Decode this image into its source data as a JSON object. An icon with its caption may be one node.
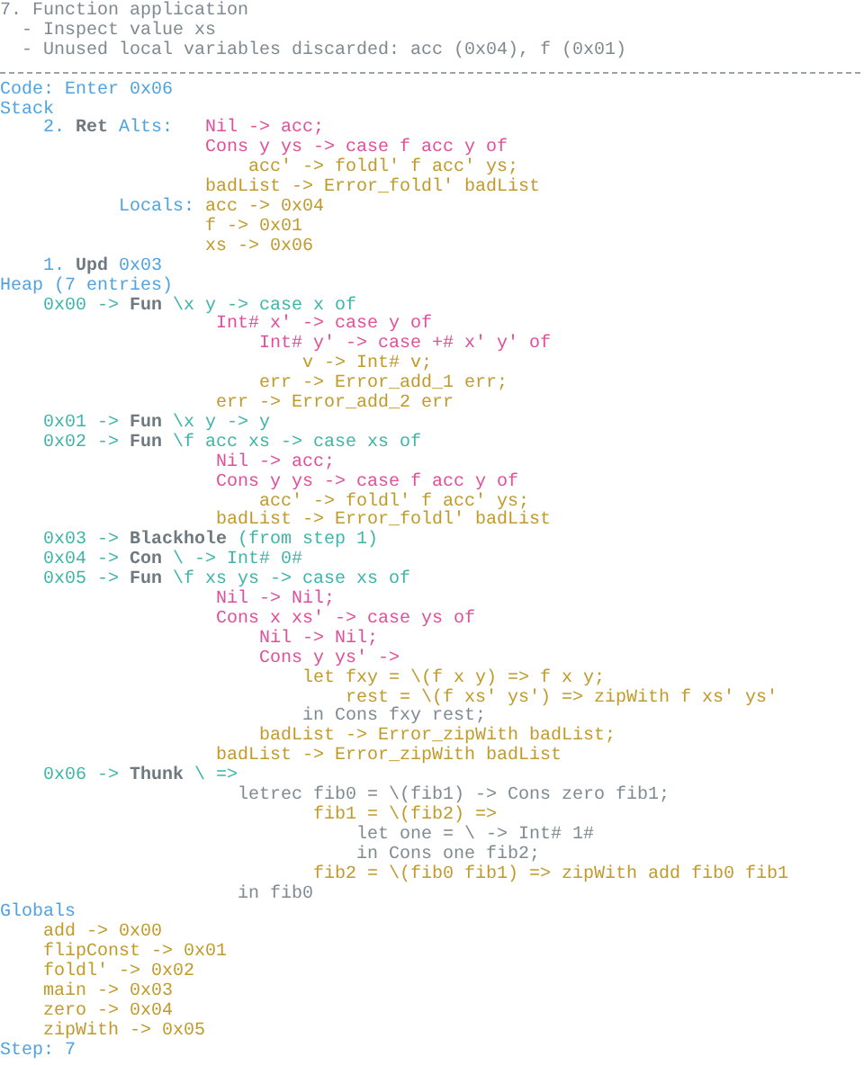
{
  "diagram": {
    "title": "7. Function application",
    "labels": [
      "- Inspect value xs",
      "- Unused local variables discarded: acc (0x04), f (0x01)",
      "Code: Enter 0x06",
      "Stack",
      "2. **Ret** Alts:",
      "Nil -> acc;",
      "Cons y ys -> case f acc y of",
      "acc' -> foldl' f acc' ys;",
      "badList -> Error_foldl' badList",
      "Locals:",
      "acc -> 0x04",
      "f -> 0x01",
      "xs -> 0x06",
      "1. **Upd** 0x03",
      "Heap (7 entries)",
      "0x00 -> **Fun** \\x y -> case x of",
      "Int# x' -> case y of",
      "Int# y' -> case +# x' y' of",
      "v -> Int# v;",
      "err -> Error_add_1 err;",
      "err -> Error_add_2 err",
      "0x01 -> **Fun** \\x y -> y",
      "0x02 -> **Fun** \\f acc xs -> case xs of",
      "Nil -> acc;",
      "Cons y ys -> case f acc y of",
      "acc' -> foldl' f acc' ys;",
      "badList -> Error_foldl' badList",
      "0x03 -> **Blackhole** (from step 1)",
      "0x04 -> **Con** \\ -> Int# 0#",
      "0x05 -> **Fun** \\f xs ys -> case xs of",
      "Nil -> Nil;",
      "Cons x xs' -> case ys of",
      "Nil -> Nil;",
      "Cons y ys' ->",
      "let fxy = \\(f x y) => f x y;",
      "rest = \\(f xs' ys') => zipWith f xs' ys'",
      "in Cons fxy rest;",
      "badList -> Error_zipWith badList;",
      "badList -> Error_zipWith badList",
      "0x06 -> **Thunk** \\ =>",
      "letrec fib0 = \\(fib1) -> Cons zero fib1;",
      "fib1 = \\(fib2) =>",
      "let one = \\ -> Int# 1#",
      "in Cons one fib2;",
      "fib2 = \\(fib0 fib1) => zipWith add fib0 fib1",
      "in fib0",
      "Globals",
      "add -> 0x00",
      "flipConst -> 0x01",
      "foldl' -> 0x02",
      "main -> 0x03",
      "zero -> 0x04",
      "zipWith -> 0x05",
      "Step: 7"
    ]
  }
}
